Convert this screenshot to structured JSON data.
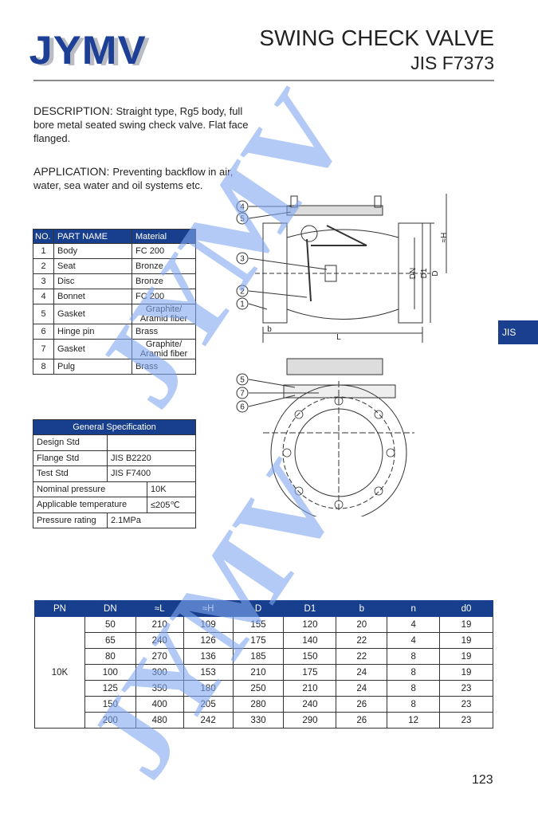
{
  "header": {
    "logo": "JYMV",
    "title": "SWING CHECK VALVE",
    "subtitle": "JIS F7373"
  },
  "description": {
    "label": "DESCRIPTION",
    "text": "Straight type, Rg5 body, full bore metal seated swing check valve. Flat face flanged."
  },
  "application": {
    "label": "APPLICATION",
    "text": "Preventing backflow in air, water, sea water and oil systems etc."
  },
  "parts_table": {
    "headers": [
      "NO.",
      "PART  NAME",
      "Material"
    ],
    "rows": [
      {
        "no": "1",
        "name": "Body",
        "material": "FC 200"
      },
      {
        "no": "2",
        "name": "Seat",
        "material": "Bronze"
      },
      {
        "no": "3",
        "name": "Disc",
        "material": "Bronze"
      },
      {
        "no": "4",
        "name": "Bonnet",
        "material": "FC 200"
      },
      {
        "no": "5",
        "name": "Gasket",
        "material": "Graphite/ Aramid fiber"
      },
      {
        "no": "6",
        "name": "Hinge pin",
        "material": "Brass"
      },
      {
        "no": "7",
        "name": "Gasket",
        "material": "Graphite/ Aramid fiber"
      },
      {
        "no": "8",
        "name": "Pulg",
        "material": "Brass"
      }
    ]
  },
  "spec_table": {
    "title": "General Specification",
    "rows": [
      {
        "label": "Design Std",
        "value": ""
      },
      {
        "label": "Flange Std",
        "value": "JIS B2220"
      },
      {
        "label": "Test Std",
        "value": "JIS F7400"
      },
      {
        "label": "Nominal pressure",
        "value": "10K"
      },
      {
        "label": "Applicable temperature",
        "value": "≤205℃"
      },
      {
        "label": "Pressure rating",
        "value": "2.1MPa"
      }
    ]
  },
  "drawing": {
    "callouts": [
      "4",
      "5",
      "3",
      "2",
      "1",
      "5",
      "7",
      "6"
    ],
    "dims": [
      "≈H",
      "DN",
      "D1",
      "D",
      "b",
      "L"
    ]
  },
  "dims_table": {
    "headers": [
      "PN",
      "DN",
      "≈L",
      "≈H",
      "D",
      "D1",
      "b",
      "n",
      "d0"
    ],
    "pn": "10K",
    "rows": [
      [
        "50",
        "210",
        "109",
        "155",
        "120",
        "20",
        "4",
        "19"
      ],
      [
        "65",
        "240",
        "126",
        "175",
        "140",
        "22",
        "4",
        "19"
      ],
      [
        "80",
        "270",
        "136",
        "185",
        "150",
        "22",
        "8",
        "19"
      ],
      [
        "100",
        "300",
        "153",
        "210",
        "175",
        "24",
        "8",
        "19"
      ],
      [
        "125",
        "350",
        "180",
        "250",
        "210",
        "24",
        "8",
        "23"
      ],
      [
        "150",
        "400",
        "205",
        "280",
        "240",
        "26",
        "8",
        "23"
      ],
      [
        "200",
        "480",
        "242",
        "330",
        "290",
        "26",
        "12",
        "23"
      ]
    ]
  },
  "side_tab": "JIS",
  "page_number": "123",
  "watermark": "JYMV",
  "colors": {
    "brand": "#183f8e",
    "watermark": "#a9c3f3"
  }
}
